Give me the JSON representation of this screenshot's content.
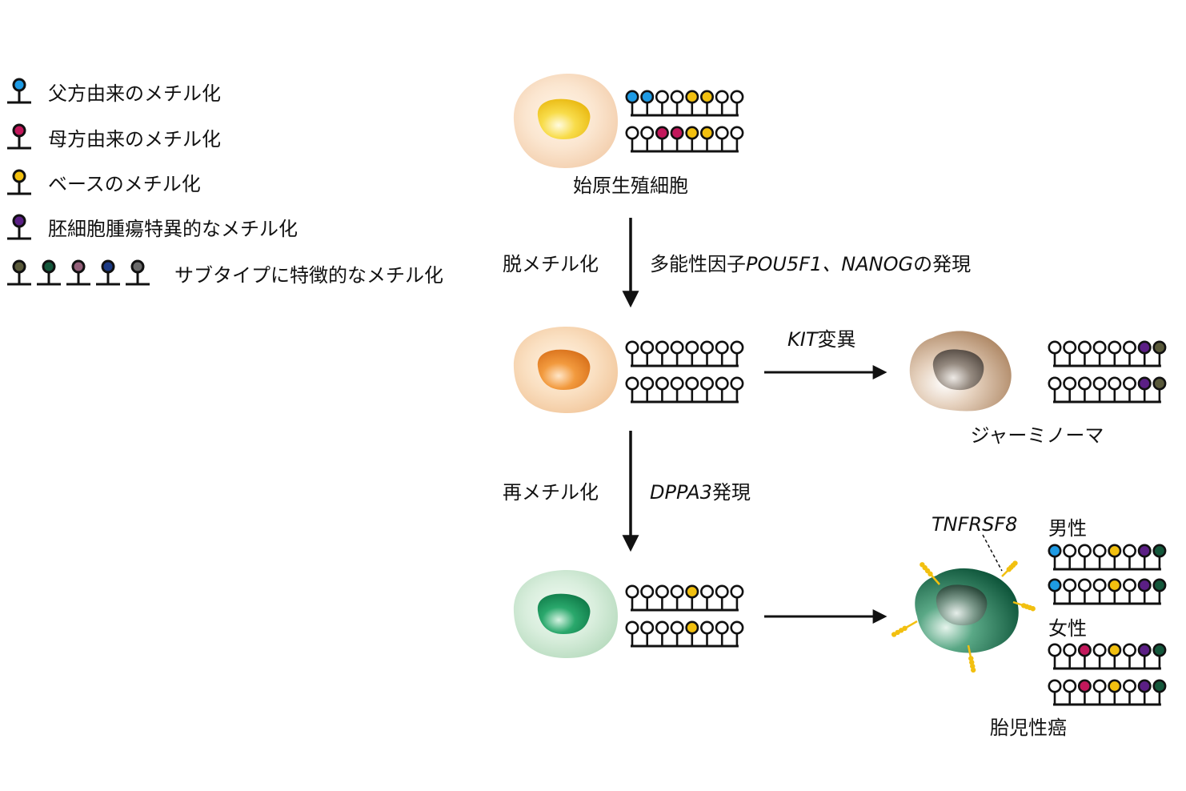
{
  "legend": {
    "items": [
      {
        "label": "父方由来のメチル化",
        "colors": [
          "#1e9be5"
        ]
      },
      {
        "label": "母方由来のメチル化",
        "colors": [
          "#c2185b"
        ]
      },
      {
        "label": "ベースのメチル化",
        "colors": [
          "#f2c010"
        ]
      },
      {
        "label": "胚細胞腫瘍特異的なメチル化",
        "colors": [
          "#5b1f85"
        ]
      },
      {
        "label": "サブタイプに特徴的なメチル化",
        "colors": [
          "#59593a",
          "#14573b",
          "#94607a",
          "#1c3a85",
          "#6b6b6b"
        ]
      }
    ]
  },
  "cells": {
    "pgc": {
      "label": "始原生殖細胞",
      "nucleus": "#f5d42e",
      "cytoplasm": "#f8dcc0"
    },
    "demethylated": {
      "label": "",
      "nucleus": "#ef9030",
      "cytoplasm": "#f8d8b8"
    },
    "remethylated": {
      "label": "",
      "nucleus": "#1fa065",
      "cytoplasm": "#cfe8d4"
    },
    "germinoma": {
      "label": "ジャーミノーマ",
      "nucleus": "#857a70",
      "cytoplasm": "#c49e80"
    },
    "embryonal": {
      "label": "胎児性癌",
      "nucleus": "#6f8d80",
      "cytoplasm": "#1f7a58",
      "marker": "TNFRSF8",
      "marker_color": "#f2c010"
    }
  },
  "steps": {
    "step1": {
      "process": "脱メチル化",
      "factor_prefix": "多能性因子",
      "factor_gene": "POU5F1、NANOG",
      "factor_suffix": "の発現"
    },
    "step2": {
      "process": "再メチル化",
      "factor_gene": "DPPA3",
      "factor_suffix": "発現"
    },
    "kit": {
      "gene": "KIT",
      "suffix": "変異"
    }
  },
  "sex": {
    "male": "男性",
    "female": "女性"
  },
  "methylation_rows": {
    "pgc": [
      [
        "#1e9be5",
        "#1e9be5",
        null,
        null,
        "#f2c010",
        "#f2c010",
        null,
        null
      ],
      [
        null,
        null,
        "#c2185b",
        "#c2185b",
        "#f2c010",
        "#f2c010",
        null,
        null
      ]
    ],
    "demethylated": [
      [
        null,
        null,
        null,
        null,
        null,
        null,
        null,
        null
      ],
      [
        null,
        null,
        null,
        null,
        null,
        null,
        null,
        null
      ]
    ],
    "remethylated": [
      [
        null,
        null,
        null,
        null,
        "#f2c010",
        null,
        null,
        null
      ],
      [
        null,
        null,
        null,
        null,
        "#f2c010",
        null,
        null,
        null
      ]
    ],
    "germinoma": [
      [
        null,
        null,
        null,
        null,
        null,
        null,
        "#5b1f85",
        "#59593a"
      ],
      [
        null,
        null,
        null,
        null,
        null,
        null,
        "#5b1f85",
        "#59593a"
      ]
    ],
    "embryonal_male": [
      [
        "#1e9be5",
        null,
        null,
        null,
        "#f2c010",
        null,
        "#5b1f85",
        "#14573b"
      ],
      [
        "#1e9be5",
        null,
        null,
        null,
        "#f2c010",
        null,
        "#5b1f85",
        "#14573b"
      ]
    ],
    "embryonal_female": [
      [
        null,
        null,
        "#c2185b",
        null,
        "#f2c010",
        null,
        "#5b1f85",
        "#14573b"
      ],
      [
        null,
        null,
        "#c2185b",
        null,
        "#f2c010",
        null,
        "#5b1f85",
        "#14573b"
      ]
    ]
  }
}
